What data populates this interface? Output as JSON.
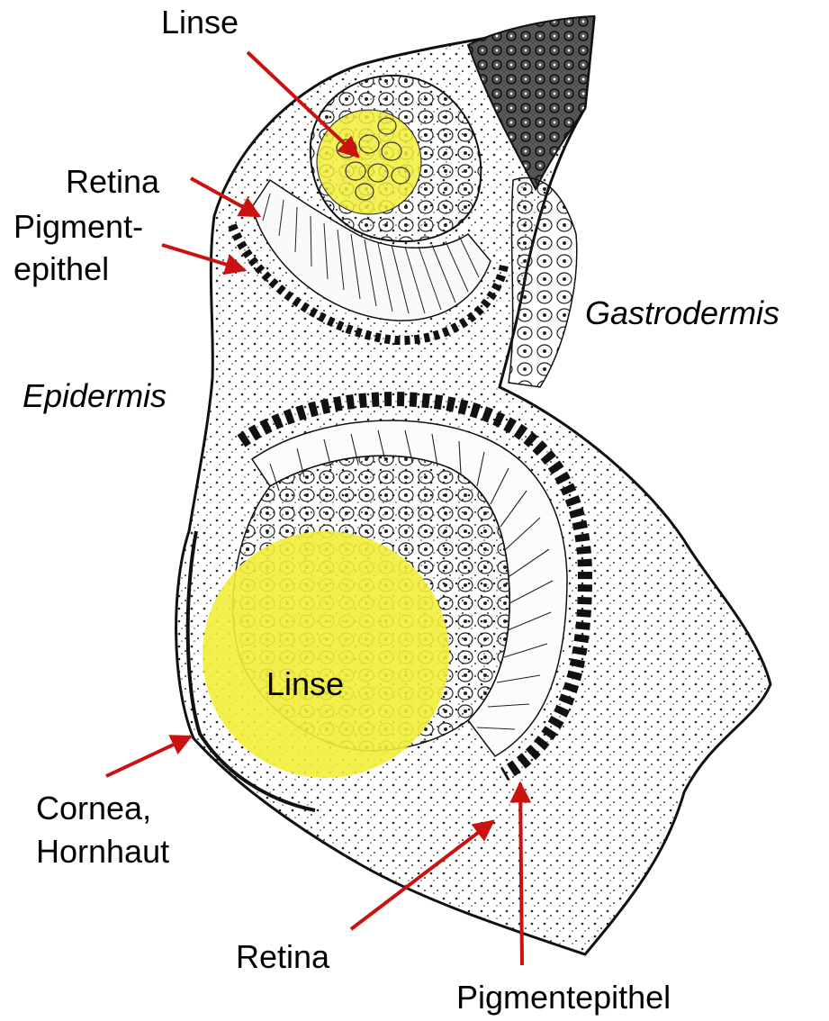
{
  "colors": {
    "arrow": "#cc1111",
    "lens_fill": "#f2ee3a",
    "ink": "#111111",
    "background": "#ffffff"
  },
  "labels": {
    "upper_lens": "Linse",
    "upper_retina": "Retina",
    "upper_pigment_line1": "Pigment-",
    "upper_pigment_line2": "epithel",
    "gastrodermis": "Gastrodermis",
    "epidermis": "Epidermis",
    "lower_lens": "Linse",
    "cornea_line1": "Cornea,",
    "cornea_line2": "Hornhaut",
    "lower_retina": "Retina",
    "lower_pigment": "Pigmentepithel"
  }
}
